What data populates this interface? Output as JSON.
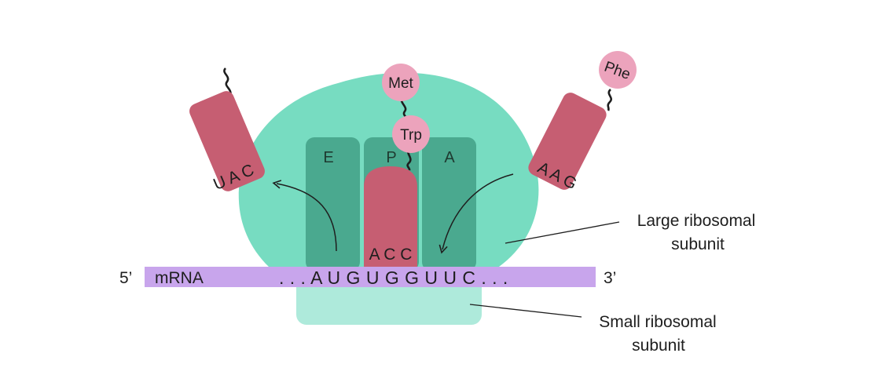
{
  "colors": {
    "large_subunit": "#77dcc1",
    "small_subunit": "#aeeadb",
    "site_column": "#4aa98f",
    "trna": "#c65e72",
    "amino_acid": "#eca3bc",
    "mrna": "#c8a5ec",
    "text": "#1e1e1e"
  },
  "sites": {
    "e": "E",
    "p": "P",
    "a": "A"
  },
  "trna": {
    "exiting": {
      "anticodon": "U A C"
    },
    "p_site": {
      "anticodon": "A C C"
    },
    "incoming": {
      "anticodon": "A A G"
    }
  },
  "amino_acids": {
    "met": "Met",
    "trp": "Trp",
    "phe": "Phe"
  },
  "mrna": {
    "five_prime": "5’",
    "label": "mRNA",
    "sequence": ". . . A U G U G G U U C . . .",
    "three_prime": "3’"
  },
  "labels": {
    "large_line1": "Large ribosomal",
    "large_line2": "subunit",
    "small_line1": "Small ribosomal",
    "small_line2": "subunit"
  }
}
